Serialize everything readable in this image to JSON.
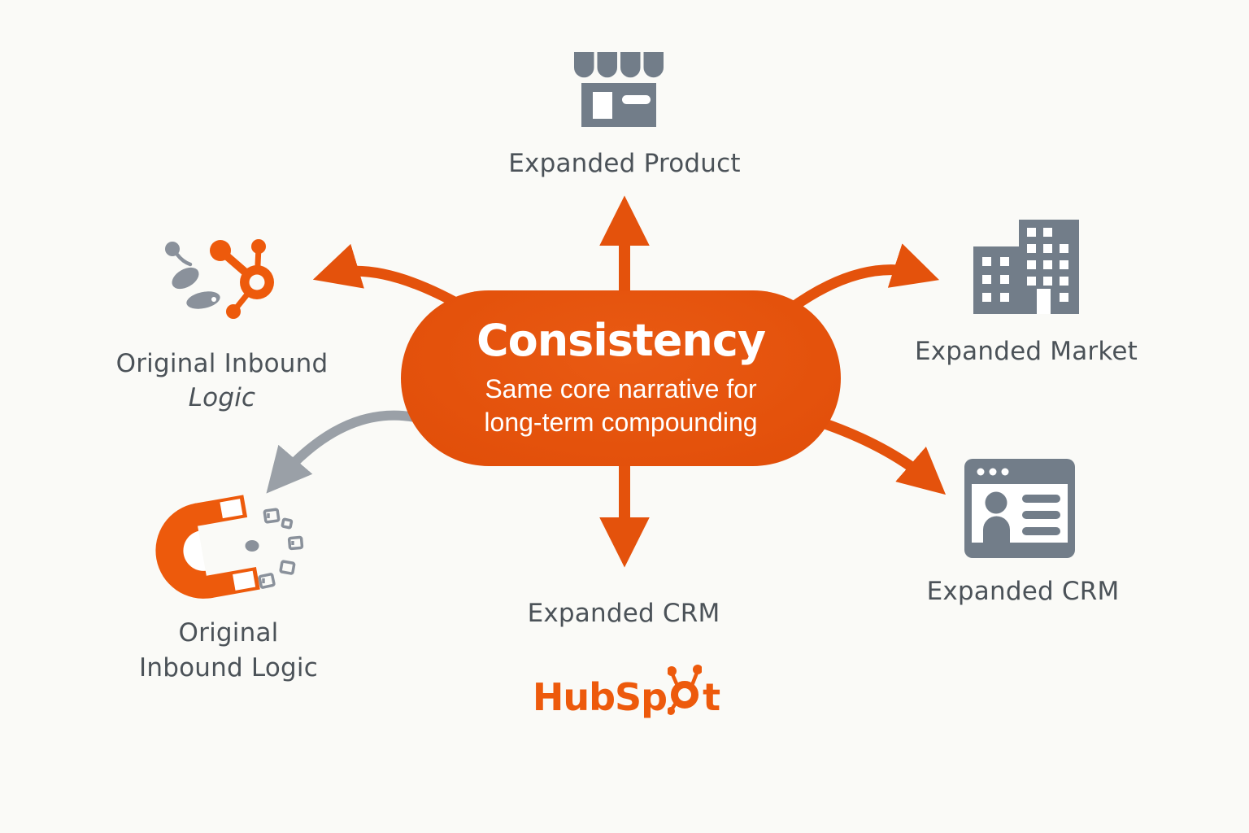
{
  "colors": {
    "accent_orange": "#e4520c",
    "brand_orange": "#ed5a0c",
    "icon_gray": "#727d89",
    "doc_gray": "#8a919b",
    "arrow_gray": "#9aa0a7",
    "label_text": "#4b5258",
    "background": "#fafaf7",
    "white": "#ffffff"
  },
  "center_bubble": {
    "title": "Consistency",
    "subtitle_line1": "Same core narrative for",
    "subtitle_line2": "long-term compounding"
  },
  "nodes": {
    "expanded_product": {
      "label": "Expanded Product",
      "icon": "storefront-icon"
    },
    "expanded_market": {
      "label": "Expanded Market",
      "icon": "office-buildings-icon"
    },
    "expanded_crm_right": {
      "label": "Expanded CRM",
      "icon": "contact-card-icon"
    },
    "expanded_crm_bottom": {
      "label": "Expanded CRM"
    },
    "original_inbound_top": {
      "label_line1": "Original Inbound",
      "label_line2": "Logic",
      "icon": "hubspot-sprocket-icon"
    },
    "original_inbound_bottom": {
      "label_line1": "Original",
      "label_line2": "Inbound Logic",
      "icon": "magnet-icon"
    }
  },
  "arrows": {
    "to_product": "straight-up-orange",
    "to_market": "curve-up-right-orange",
    "to_crm_right": "curve-down-right-orange",
    "to_crm_bottom": "straight-down-orange",
    "to_inbound_top": "curve-up-left-orange",
    "to_inbound_bottom": "curve-down-left-gray"
  },
  "brand": {
    "name": "HubSpot",
    "wordmark_left": "HubSp",
    "wordmark_right": "t"
  }
}
